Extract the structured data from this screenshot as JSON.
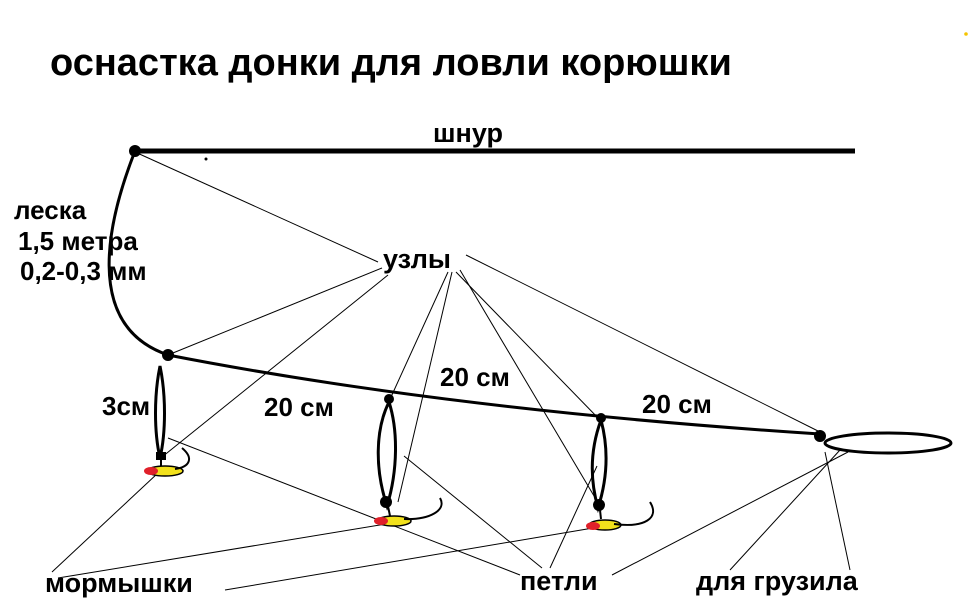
{
  "diagram": {
    "title": "оснастка донки для ловли корюшки",
    "labels": {
      "cord": "шнур",
      "line_1": "леска",
      "line_2": "1,5 метра",
      "line_3": "0,2-0,3 мм",
      "knots": "узлы",
      "leash_length": "3см",
      "spacing_1": "20 см",
      "spacing_2": "20 см",
      "spacing_3": "20 см",
      "jigs": "мормышки",
      "loops": "петли",
      "for_sinker": "для грузила"
    },
    "colors": {
      "ink": "#000000",
      "jig_red": "#e0202a",
      "jig_yellow": "#f2e11c",
      "accent_yellow": "#f5c400"
    }
  }
}
